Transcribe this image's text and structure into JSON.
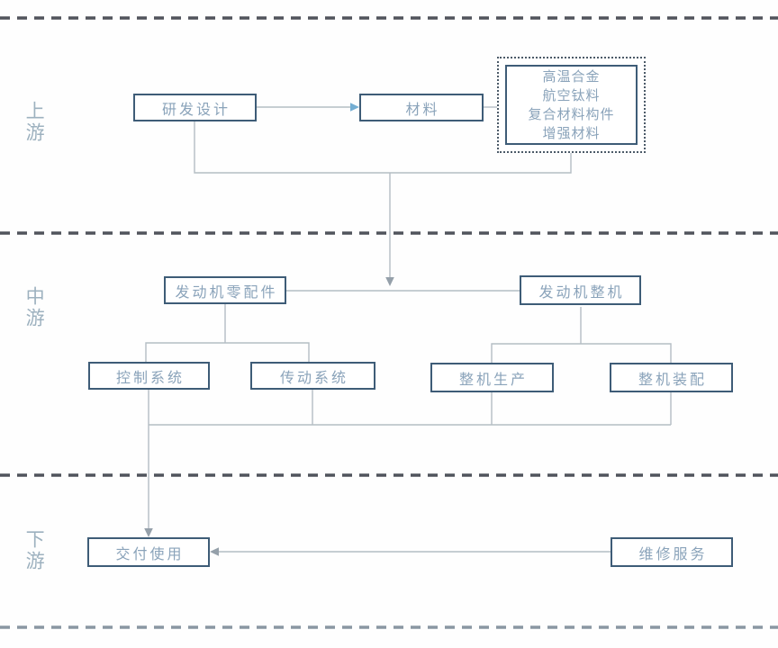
{
  "colors": {
    "box-border": "#3e5c77",
    "box-text": "#8aa3ba",
    "connector": "#b4bdc4",
    "arrow-blue": "#74aed3",
    "arrow-gray": "#95a0aa",
    "separator-dark": "#50545c",
    "separator-light": "#8a97a2",
    "section-label": "#9db1bf",
    "background": "#fefefe"
  },
  "sections": {
    "upstream": "上游",
    "midstream": "中游",
    "downstream": "下游"
  },
  "nodes": {
    "rd_design": "研发设计",
    "material": "材料",
    "material_group": [
      "高温合金",
      "航空钛料",
      "复合材料构件",
      "增强材料"
    ],
    "engine_parts": "发动机零配件",
    "engine_complete": "发动机整机",
    "control_system": "控制系统",
    "transmission_system": "传动系统",
    "complete_production": "整机生产",
    "complete_assembly": "整机装配",
    "delivery_use": "交付使用",
    "maintenance_service": "维修服务"
  }
}
